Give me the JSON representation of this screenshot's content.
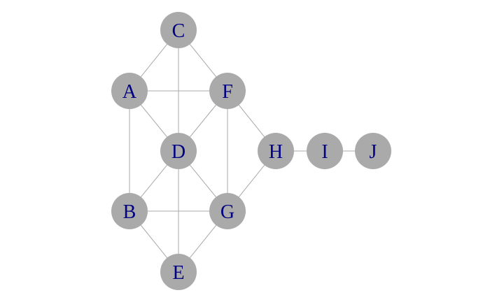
{
  "graph": {
    "node_color": "#aaaaaa",
    "edge_color": "#aaaaaa",
    "label_color": "#000080",
    "nodes": [
      {
        "id": "A",
        "label": "A"
      },
      {
        "id": "B",
        "label": "B"
      },
      {
        "id": "C",
        "label": "C"
      },
      {
        "id": "D",
        "label": "D"
      },
      {
        "id": "E",
        "label": "E"
      },
      {
        "id": "F",
        "label": "F"
      },
      {
        "id": "G",
        "label": "G"
      },
      {
        "id": "H",
        "label": "H"
      },
      {
        "id": "I",
        "label": "I"
      },
      {
        "id": "J",
        "label": "J"
      }
    ],
    "edges": [
      [
        "C",
        "A"
      ],
      [
        "C",
        "F"
      ],
      [
        "C",
        "D"
      ],
      [
        "A",
        "F"
      ],
      [
        "A",
        "D"
      ],
      [
        "A",
        "B"
      ],
      [
        "F",
        "D"
      ],
      [
        "F",
        "G"
      ],
      [
        "F",
        "H"
      ],
      [
        "D",
        "B"
      ],
      [
        "D",
        "G"
      ],
      [
        "D",
        "E"
      ],
      [
        "B",
        "G"
      ],
      [
        "B",
        "E"
      ],
      [
        "G",
        "E"
      ],
      [
        "G",
        "H"
      ],
      [
        "H",
        "I"
      ],
      [
        "I",
        "J"
      ]
    ]
  }
}
